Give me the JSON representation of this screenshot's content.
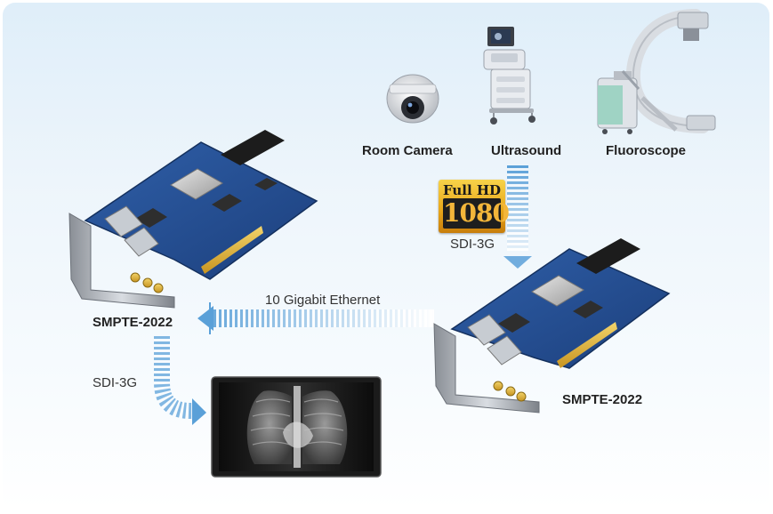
{
  "sources": [
    "Room Camera",
    "Ultrasound",
    "Fluoroscope"
  ],
  "badge": {
    "top": "Full HD",
    "number": "1080"
  },
  "links": {
    "sdi_top": "SDI-3G",
    "ethernet": "10 Gigabit Ethernet",
    "sdi_left": "SDI-3G"
  },
  "cards": {
    "left": "SMPTE-2022",
    "right": "SMPTE-2022"
  },
  "colors": {
    "flow_arrow": "#5aa0d8",
    "pcb": "#2f5fa8",
    "background": "#e7f2fa"
  },
  "icons": [
    "room-camera-icon",
    "ultrasound-icon",
    "fluoroscope-icon",
    "xray-monitor"
  ]
}
